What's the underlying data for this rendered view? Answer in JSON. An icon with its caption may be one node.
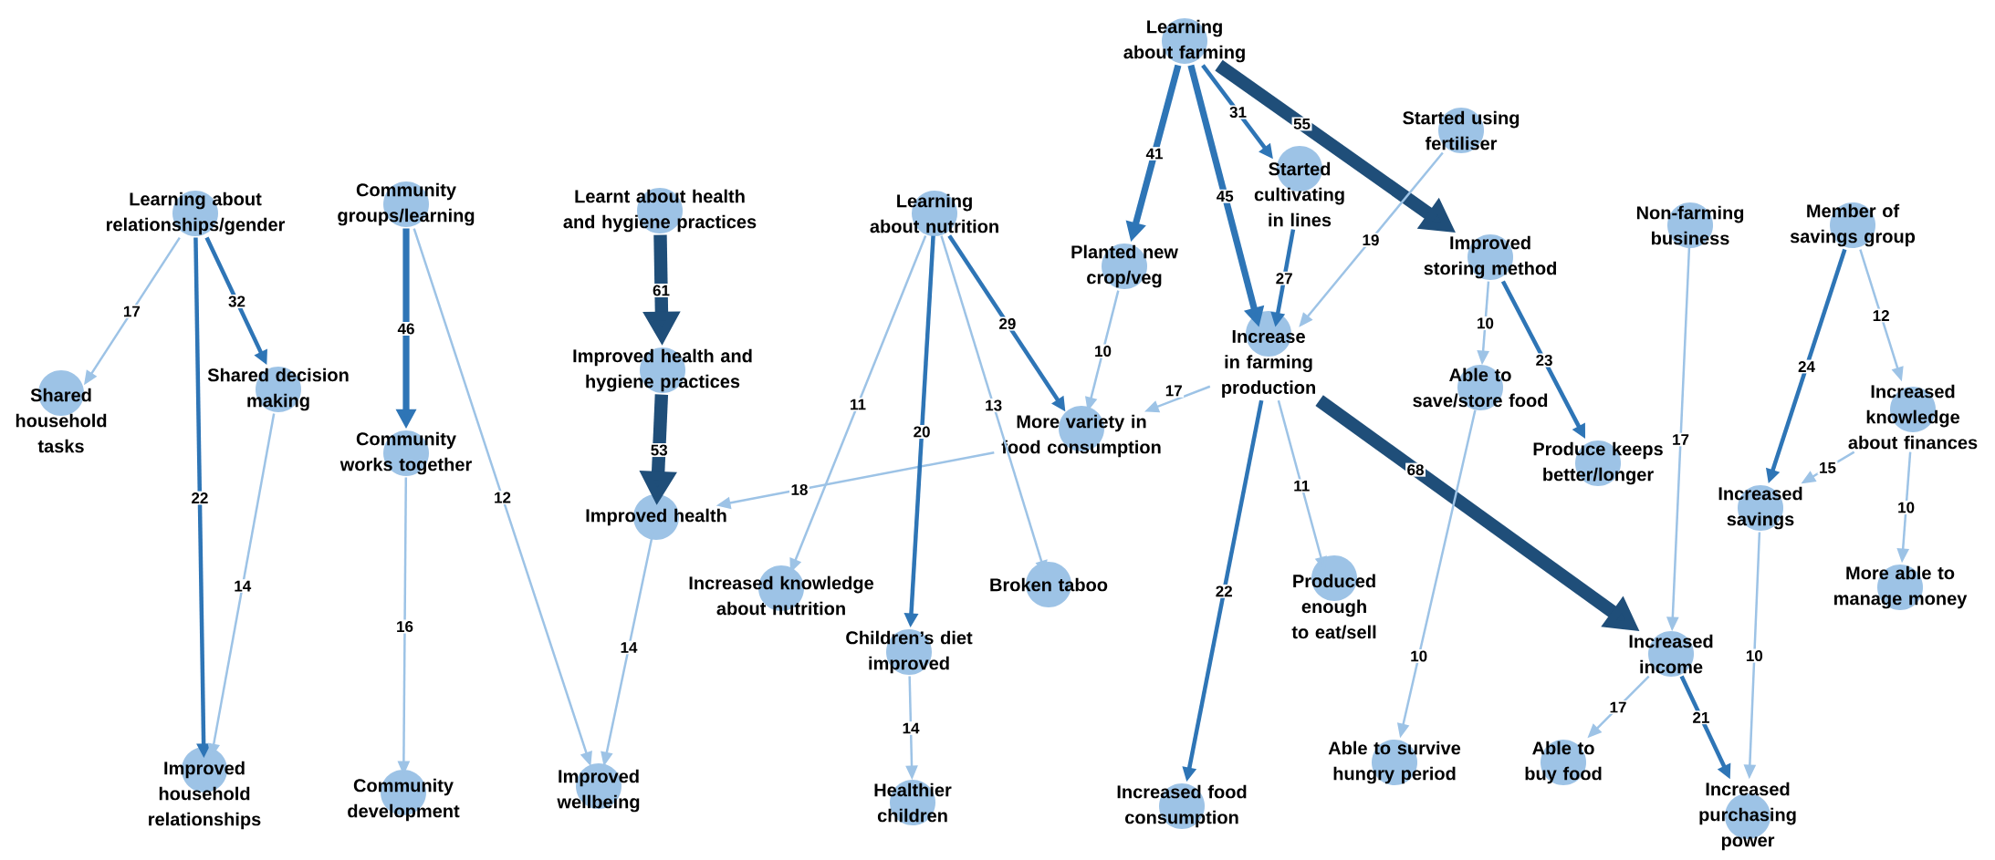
{
  "diagram": {
    "nodes": [
      {
        "text": [
          "Learning about relationships/gender"
        ]
      },
      {
        "text": [
          "Shared household tasks"
        ]
      },
      {
        "text": [
          "Shared decision making"
        ]
      },
      {
        "text": [
          "Improved household relationships"
        ]
      },
      {
        "text": [
          "Community groups/learning"
        ]
      },
      {
        "text": [
          "Community works together"
        ]
      },
      {
        "text": [
          "Community development"
        ]
      },
      {
        "text": [
          "Learnt about health and hygiene practices"
        ]
      },
      {
        "text": [
          "Improved health and hygiene practices"
        ]
      },
      {
        "text": [
          "Improved health"
        ]
      },
      {
        "text": [
          "Improved wellbeing"
        ]
      },
      {
        "text": [
          "Learning about nutrition"
        ]
      },
      {
        "text": [
          "Increased knowledge about nutrition"
        ]
      },
      {
        "text": [
          "Children’s diet improved"
        ]
      },
      {
        "text": [
          "Healthier children"
        ]
      },
      {
        "text": [
          "Broken taboo"
        ]
      },
      {
        "text": [
          "More variety in food consumption"
        ]
      },
      {
        "text": [
          "Planted new crop/veg"
        ]
      },
      {
        "text": [
          "Learning about farming"
        ]
      },
      {
        "text": [
          "Started cultivating in lines"
        ]
      },
      {
        "text": [
          "Started using fertiliser"
        ]
      },
      {
        "text": [
          "Increase in farming production"
        ]
      },
      {
        "text": [
          "Increased food consumption"
        ]
      },
      {
        "text": [
          "Produced enough to eat/sell"
        ]
      },
      {
        "text": [
          "Improved storing method"
        ]
      },
      {
        "text": [
          "Able to save/store food"
        ]
      },
      {
        "text": [
          "Produce keeps better/longer"
        ]
      },
      {
        "text": [
          "Able to survive hungry period"
        ]
      },
      {
        "text": [
          "Non-farming business"
        ]
      },
      {
        "text": [
          "Member of savings group"
        ]
      },
      {
        "text": [
          "Increased knowledge about finances"
        ]
      },
      {
        "text": [
          "Increased savings"
        ]
      },
      {
        "text": [
          "More able to manage money"
        ]
      },
      {
        "text": [
          "Increased income"
        ]
      },
      {
        "text": [
          "Able to buy food"
        ]
      },
      {
        "text": [
          "Increased purchasing power"
        ]
      }
    ],
    "edges": [
      {
        "from": 0,
        "to": 1,
        "arrow": "to",
        "label": "17"
      },
      {
        "from": 0,
        "to": 2,
        "arrow": "to",
        "label": "32",
        "color": "#2e75b6"
      },
      {
        "from": 0,
        "to": 3,
        "arrow": "to",
        "label": "22",
        "color": "#2e75b6"
      },
      {
        "from": 2,
        "to": 3,
        "arrow": "to",
        "label": "14"
      },
      {
        "from": 4,
        "to": 5,
        "arrow": "to",
        "label": "46",
        "color": "#2e75b6",
        "style": "thick"
      },
      {
        "from": 5,
        "to": 6,
        "arrow": "to",
        "label": "16"
      },
      {
        "from": 4,
        "to": 10,
        "arrow": "to",
        "label": "12"
      },
      {
        "from": 7,
        "to": 8,
        "arrow": "to",
        "label": "61",
        "color": "#1f4e79",
        "style": "thick"
      },
      {
        "from": 8,
        "to": 9,
        "arrow": "to",
        "label": "53",
        "color": "#1f4e79",
        "style": "thick"
      },
      {
        "from": 16,
        "to": 9,
        "arrow": "to",
        "label": "18"
      },
      {
        "from": 9,
        "to": 10,
        "arrow": "to",
        "label": "14"
      },
      {
        "from": 11,
        "to": 12,
        "arrow": "to",
        "label": "11"
      },
      {
        "from": 11,
        "to": 13,
        "arrow": "to",
        "label": "20",
        "color": "#2e75b6"
      },
      {
        "from": 11,
        "to": 15,
        "arrow": "to",
        "label": "13"
      },
      {
        "from": 11,
        "to": 16,
        "arrow": "to",
        "label": "29",
        "color": "#2e75b6"
      },
      {
        "from": 13,
        "to": 14,
        "arrow": "to",
        "label": "14"
      },
      {
        "from": 18,
        "to": 17,
        "arrow": "to",
        "label": "41",
        "color": "#2e75b6",
        "style": "thick"
      },
      {
        "from": 18,
        "to": 19,
        "arrow": "to",
        "label": "31",
        "color": "#2e75b6"
      },
      {
        "from": 18,
        "to": 21,
        "arrow": "to",
        "label": "45",
        "color": "#2e75b6",
        "style": "thick"
      },
      {
        "from": 18,
        "to": 24,
        "arrow": "to",
        "label": "55",
        "color": "#1f4e79",
        "style": "thick"
      },
      {
        "from": 19,
        "to": 21,
        "arrow": "to",
        "label": "27",
        "color": "#2e75b6"
      },
      {
        "from": 20,
        "to": 21,
        "arrow": "to",
        "label": "19"
      },
      {
        "from": 17,
        "to": 16,
        "arrow": "to",
        "label": "10"
      },
      {
        "from": 21,
        "to": 16,
        "arrow": "to",
        "label": "17"
      },
      {
        "from": 21,
        "to": 22,
        "arrow": "to",
        "label": "22",
        "color": "#2e75b6"
      },
      {
        "from": 21,
        "to": 23,
        "arrow": "to",
        "label": "11"
      },
      {
        "from": 21,
        "to": 33,
        "arrow": "to",
        "label": "68",
        "color": "#1f4e79",
        "style": "thick"
      },
      {
        "from": 24,
        "to": 25,
        "arrow": "to",
        "label": "10"
      },
      {
        "from": 24,
        "to": 26,
        "arrow": "to",
        "label": "23",
        "color": "#2e75b6"
      },
      {
        "from": 25,
        "to": 27,
        "arrow": "to",
        "label": "10"
      },
      {
        "from": 28,
        "to": 33,
        "arrow": "to",
        "label": "17"
      },
      {
        "from": 29,
        "to": 31,
        "arrow": "to",
        "label": "24",
        "color": "#2e75b6"
      },
      {
        "from": 29,
        "to": 30,
        "arrow": "to",
        "label": "12"
      },
      {
        "from": 30,
        "to": 31,
        "arrow": "to",
        "label": "15"
      },
      {
        "from": 30,
        "to": 32,
        "arrow": "to",
        "label": "10"
      },
      {
        "from": 31,
        "to": 35,
        "arrow": "to",
        "label": "10"
      },
      {
        "from": 33,
        "to": 34,
        "arrow": "to",
        "label": "17"
      },
      {
        "from": 33,
        "to": 35,
        "arrow": "to",
        "label": "21",
        "color": "#2e75b6"
      }
    ]
  }
}
